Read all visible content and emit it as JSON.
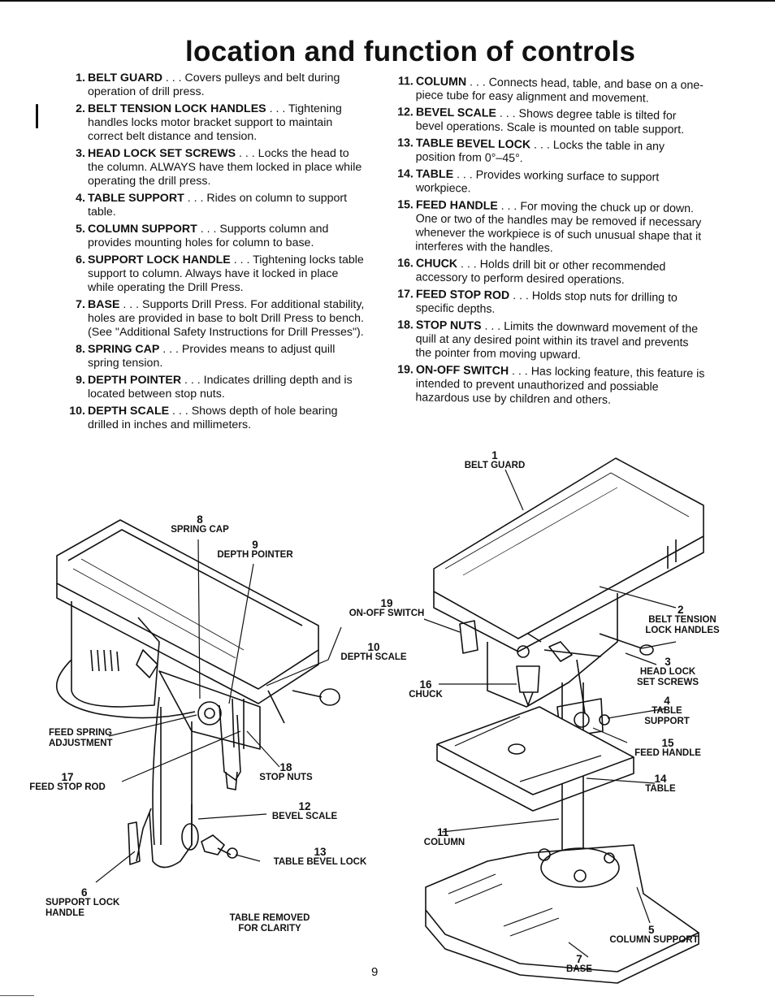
{
  "title": "location and function of controls",
  "page_number": "9",
  "left_items": [
    {
      "num": "1.",
      "term": "BELT GUARD",
      "desc": " . . . Covers pulleys and belt during operation of drill press."
    },
    {
      "num": "2.",
      "term": "BELT TENSION LOCK HANDLES",
      "desc": " . . . Tightening handles locks motor bracket support to maintain correct belt distance and tension."
    },
    {
      "num": "3.",
      "term": "HEAD LOCK SET SCREWS",
      "desc": " . . . Locks the head to the column. ALWAYS have them locked in place while operating the drill press."
    },
    {
      "num": "4.",
      "term": "TABLE SUPPORT",
      "desc": " . . . Rides on column to support table."
    },
    {
      "num": "5.",
      "term": "COLUMN SUPPORT",
      "desc": " . . . Supports column and provides mounting holes for column to base."
    },
    {
      "num": "6.",
      "term": "SUPPORT LOCK HANDLE",
      "desc": " . . . Tightening locks table support to column. Always have it locked in place while operating the Drill Press."
    },
    {
      "num": "7.",
      "term": "BASE",
      "desc": " . . . Supports Drill Press. For additional stability, holes are provided in base to bolt Drill Press to bench. (See \"Additional Safety Instructions for Drill Presses\")."
    },
    {
      "num": "8.",
      "term": "SPRING CAP",
      "desc": " . . . Provides means to adjust quill spring tension."
    },
    {
      "num": "9.",
      "term": "DEPTH POINTER",
      "desc": " . . . Indicates drilling depth and is located between stop nuts."
    },
    {
      "num": "10.",
      "term": "DEPTH SCALE",
      "desc": " . . . Shows depth of hole bearing drilled in inches and millimeters."
    }
  ],
  "right_items": [
    {
      "num": "11.",
      "term": "COLUMN",
      "desc": " . . . Connects head, table, and base on a one-piece tube for easy alignment and movement."
    },
    {
      "num": "12.",
      "term": "BEVEL SCALE",
      "desc": " . . . Shows degree table is tilted for bevel operations. Scale is mounted on table support."
    },
    {
      "num": "13.",
      "term": "TABLE BEVEL LOCK",
      "desc": " . . . Locks the table in any position from 0°–45°."
    },
    {
      "num": "14.",
      "term": "TABLE",
      "desc": " . . . Provides working surface to support workpiece."
    },
    {
      "num": "15.",
      "term": "FEED HANDLE",
      "desc": " . . . For moving the chuck up or down. One or two of the handles may be removed if necessary whenever the workpiece is of such unusual shape that it interferes with the handles."
    },
    {
      "num": "16.",
      "term": "CHUCK",
      "desc": " . . . Holds drill bit or other recommended accessory to perform desired operations."
    },
    {
      "num": "17.",
      "term": "FEED STOP ROD",
      "desc": " . . . Holds stop nuts for drilling to specific depths."
    },
    {
      "num": "18.",
      "term": "STOP NUTS",
      "desc": " . . . Limits the downward movement of the quill at any desired point within its travel and prevents the pointer from moving upward."
    },
    {
      "num": "19.",
      "term": "ON-OFF SWITCH",
      "desc": " . . . Has locking feature, this feature is intended to prevent unauthorized and possiable hazardous use by children and others."
    }
  ],
  "figure_left": {
    "callouts": {
      "c8": {
        "n": "8",
        "t": "SPRING CAP"
      },
      "c9": {
        "n": "9",
        "t": "DEPTH POINTER"
      },
      "c19": {
        "n": "19",
        "t": "ON-OFF SWITCH"
      },
      "c10": {
        "n": "10",
        "t": "DEPTH SCALE"
      },
      "cfeed": {
        "n": "",
        "t": "FEED SPRING ADJUSTMENT"
      },
      "c17": {
        "n": "17",
        "t": "FEED STOP ROD"
      },
      "c18": {
        "n": "18",
        "t": "STOP NUTS"
      },
      "c12": {
        "n": "12",
        "t": "BEVEL SCALE"
      },
      "c13": {
        "n": "13",
        "t": "TABLE BEVEL LOCK"
      },
      "c6": {
        "n": "6",
        "t": "SUPPORT LOCK HANDLE"
      },
      "cremoved": {
        "n": "",
        "t": "TABLE REMOVED FOR CLARITY"
      }
    }
  },
  "figure_right": {
    "callouts": {
      "c1": {
        "n": "1",
        "t": "BELT GUARD"
      },
      "c2": {
        "n": "2",
        "t": "BELT TENSION LOCK HANDLES"
      },
      "c3": {
        "n": "3",
        "t": "HEAD LOCK SET SCREWS"
      },
      "c16": {
        "n": "16",
        "t": "CHUCK"
      },
      "c4": {
        "n": "4",
        "t": "TABLE SUPPORT"
      },
      "c15": {
        "n": "15",
        "t": "FEED HANDLE"
      },
      "c14": {
        "n": "14",
        "t": "TABLE"
      },
      "c11": {
        "n": "11",
        "t": "COLUMN"
      },
      "c5": {
        "n": "5",
        "t": "COLUMN SUPPORT"
      },
      "c7": {
        "n": "7",
        "t": "BASE"
      }
    }
  }
}
